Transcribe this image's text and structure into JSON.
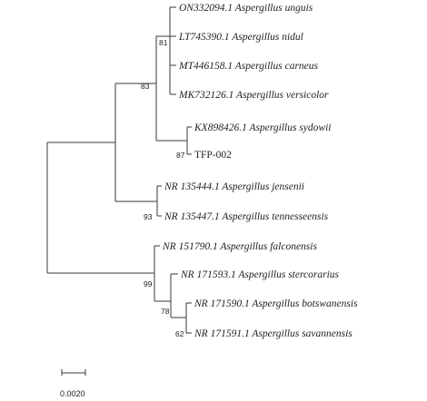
{
  "tree": {
    "taxa": [
      {
        "id": "t1",
        "label": "ON332094.1 Aspergillus unguis"
      },
      {
        "id": "t2",
        "label": "LT745390.1 Aspergillus nidul"
      },
      {
        "id": "t3",
        "label": "MT446158.1 Aspergillus carneus"
      },
      {
        "id": "t4",
        "label": "MK732126.1 Aspergillus versicolor"
      },
      {
        "id": "t5",
        "label": "KX898426.1 Aspergillus sydowii"
      },
      {
        "id": "t6",
        "label": "TFP-002"
      },
      {
        "id": "t7",
        "label": "NR 135444.1 Aspergillus jensenii"
      },
      {
        "id": "t8",
        "label": "NR 135447.1 Aspergillus tennesseensis"
      },
      {
        "id": "t9",
        "label": "NR 151790.1 Aspergillus falconensis"
      },
      {
        "id": "t10",
        "label": "NR 171593.1 Aspergillus stercorarius"
      },
      {
        "id": "t11",
        "label": "NR 171590.1 Aspergillus botswanensis"
      },
      {
        "id": "t12",
        "label": "NR 171591.1 Aspergillus savannensis"
      }
    ],
    "bootstrap": [
      {
        "id": "b81",
        "value": "81"
      },
      {
        "id": "b83",
        "value": "83"
      },
      {
        "id": "b87",
        "value": "87"
      },
      {
        "id": "b93",
        "value": "93"
      },
      {
        "id": "b99",
        "value": "99"
      },
      {
        "id": "b78",
        "value": "78"
      },
      {
        "id": "b62",
        "value": "62"
      }
    ],
    "scale_bar": {
      "label": "0.0020"
    }
  }
}
